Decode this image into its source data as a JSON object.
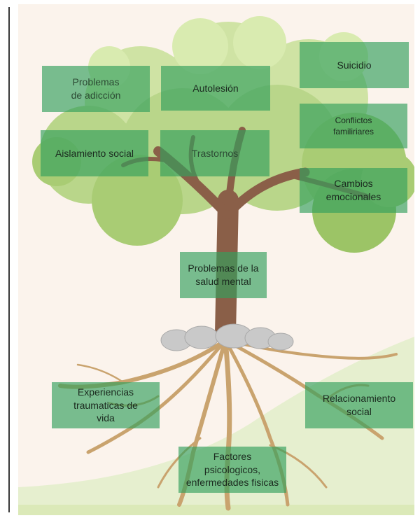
{
  "diagram": {
    "root_label": "Problemas de la\nsalud mental",
    "branch_labels": {
      "suicidio": "Suicidio",
      "adiccion": "Problemas\nde adicción",
      "autolesion": "Autolesión",
      "conflictos": "Conflictos\nfamiliriares",
      "aislamiento": "Aislamiento social",
      "trastornos": "Trastornos",
      "cambios": "Cambios\nemocionales"
    },
    "root_causes": {
      "experiencias": "Experiencias\ntraumaticas de\nvida",
      "relacionamiento": "Relacionamiento\nsocial",
      "factores": "Factores\npsicologicos,\nenfermedades fisicas"
    }
  },
  "colors": {
    "box_fill": "#34a05c",
    "foliage_light": "#cfe3a4",
    "foliage_mid": "#a9cc74",
    "foliage_dark": "#7fa955",
    "trunk": "#8a5f48",
    "roots": "#c9a36e",
    "ground": "#e6efcf",
    "stones": "#c9c9c9"
  }
}
